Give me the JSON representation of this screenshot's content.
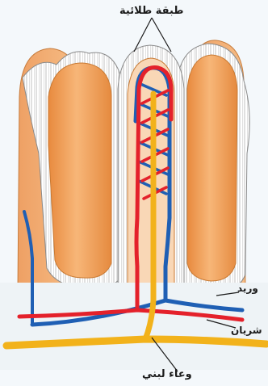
{
  "labels": {
    "epithelium": "طبقة طلائية",
    "vein": "وريد",
    "artery": "شريان",
    "lacteal": "وعاء لبني"
  },
  "colors": {
    "villus_fill": "#f2a65e",
    "epithelium_cells": "#ffffff",
    "cell_border": "#8a8a8a",
    "artery": "#e4212b",
    "vein": "#1f5fb4",
    "lacteal": "#f2b21b",
    "leader_line": "#1b1b1b"
  }
}
